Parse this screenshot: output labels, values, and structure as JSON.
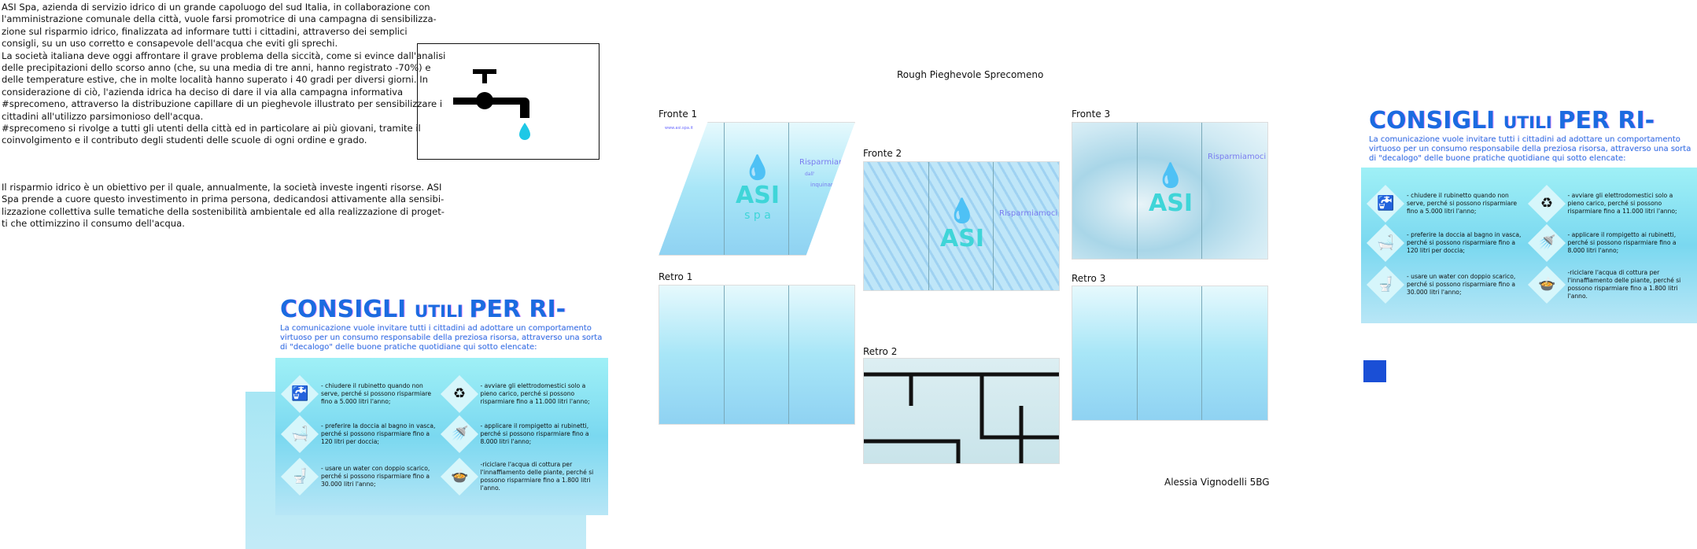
{
  "brief": {
    "paragraph1": "ASI Spa, azienda di servizio idrico di un grande capoluogo del sud Italia, in collaborazione con l'amministrazione comunale della città, vuole farsi promotrice di una campagna di sensibilizza-zione sul risparmio idrico, finalizzata ad informare tutti i cittadini, attraverso dei semplici consigli, su un uso corretto e consapevole dell'acqua che eviti gli sprechi.\nLa società italiana deve oggi affrontare il grave problema della siccità, come si evince dall'analisi delle precipitazioni dello scorso anno (che, su una media di tre anni, hanno registrato -70%) e delle temperature estive, che in molte località hanno superato i 40 gradi per diversi giorni. In considerazione di ciò, l'azienda idrica ha deciso di dare il via alla campagna informativa #sprecomeno, attraverso la distribuzione capillare di un pieghevole illustrato per sensibilizzare i cittadini all'utilizzo parsimonioso dell'acqua.\n#sprecomeno si rivolge a tutti gli utenti della città ed in particolare ai più giovani, tramite il coinvolgimento e il contributo degli studenti delle scuole di ogni ordine e grado.",
    "paragraph2": "Il risparmio idrico è un obiettivo per il quale, annualmente, la società investe ingenti risorse. ASI Spa prende a cuore questo investimento in prima persona, dedicandosi attivamente alla sensibi-lizzazione collettiva sulle tematiche della sostenibilità ambientale ed alla realizzazione di proget-ti che ottimizzino il consumo dell'acqua."
  },
  "icons": {
    "tap": "faucet-drop-icon"
  },
  "board_title": "Rough Pieghevole Sprecomeno",
  "author": "Alessia Vignodelli 5BG",
  "mockups": {
    "fronte1": "Fronte 1",
    "fronte2": "Fronte 2",
    "fronte3": "Fronte 3",
    "retro1": "Retro 1",
    "retro2": "Retro 2",
    "retro3": "Retro 3",
    "logo_main": "ASI",
    "logo_sub": "s p a",
    "slogan1": "Risparmiamoci",
    "slogan2": "dall'",
    "slogan3": "inquinamento",
    "website": "www.asi.spa.it"
  },
  "consigli": {
    "title_big": "CONSIGLI ",
    "title_small": "UTILI ",
    "title_end": "PER RI-",
    "description": "La comunicazione vuole invitare tutti i cittadini ad adottare un comportamento virtuoso per un consumo responsabile della preziosa risorsa, attraverso una sorta di \"decalogo\" delle buone pratiche quotidiane qui sotto elencate:",
    "tips": [
      {
        "icon": "faucet-icon",
        "glyph": "🚰",
        "text": "- chiudere il rubinetto quando non serve, perché si possono risparmiare fino a 5.000 litri l'anno;"
      },
      {
        "icon": "recycle-drop-icon",
        "glyph": "♻",
        "text": "- avviare gli elettrodomestici solo a pieno carico, perché si possono risparmiare fino a 11.000 litri l'anno;"
      },
      {
        "icon": "bathtub-icon",
        "glyph": "🛁",
        "text": "- preferire la doccia al bagno in vasca, perché si possono risparmiare fino a 120 litri per doccia;"
      },
      {
        "icon": "shower-icon",
        "glyph": "🚿",
        "text": "- applicare il rompigetto ai rubinetti, perché si possono risparmiare fino a 8.000 litri l'anno;"
      },
      {
        "icon": "toilet-icon",
        "glyph": "🚽",
        "text": "- usare un water con doppio scarico, perché si possono risparmiare fino a 30.000 litri l'anno;"
      },
      {
        "icon": "pot-icon",
        "glyph": "🍲",
        "text": "-riciclare l'acqua di cottura per l'innaffiamento delle piante, perché si possono risparmiare fino a 1.800 litri l'anno."
      }
    ]
  },
  "colors": {
    "accent": "#1b6be0",
    "swatch": "#1a4fd6",
    "water": "#3fd5d8"
  }
}
